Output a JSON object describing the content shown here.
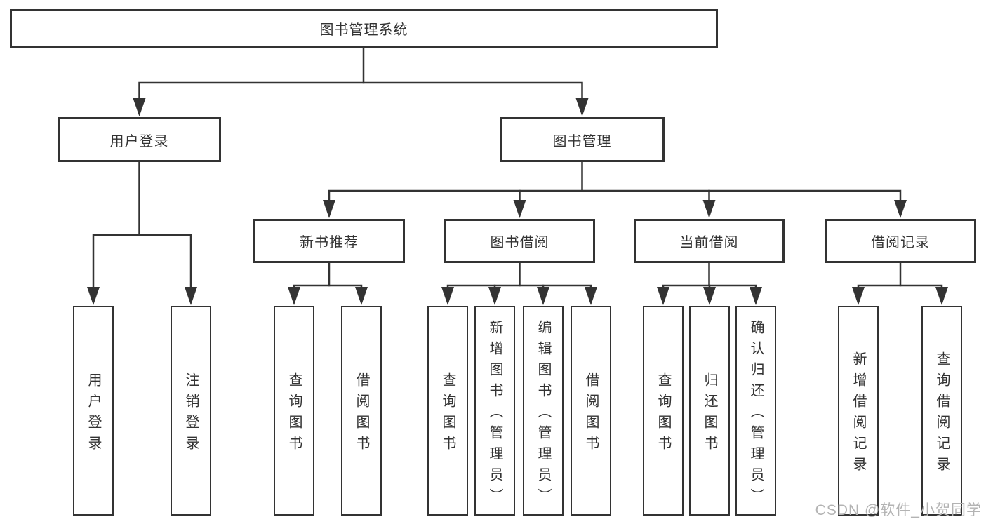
{
  "diagram": {
    "title": "图书管理系统",
    "branches": [
      {
        "label": "用户登录",
        "children": [
          {
            "label": "用户登录"
          },
          {
            "label": "注销登录"
          }
        ]
      },
      {
        "label": "图书管理",
        "children": [
          {
            "label": "新书推荐",
            "children": [
              {
                "label": "查询图书"
              },
              {
                "label": "借阅图书"
              }
            ]
          },
          {
            "label": "图书借阅",
            "children": [
              {
                "label": "查询图书"
              },
              {
                "label": "新增图书（管理员）"
              },
              {
                "label": "编辑图书（管理员）"
              },
              {
                "label": "借阅图书"
              }
            ]
          },
          {
            "label": "当前借阅",
            "children": [
              {
                "label": "查询图书"
              },
              {
                "label": "归还图书"
              },
              {
                "label": "确认归还（管理员）"
              }
            ]
          },
          {
            "label": "借阅记录",
            "children": [
              {
                "label": "新增借阅记录"
              },
              {
                "label": "查询借阅记录"
              }
            ]
          }
        ]
      }
    ]
  },
  "watermark": {
    "text": "CSDN @软件_小贺同学"
  },
  "colors": {
    "line": "#333333",
    "box_border": "#333333",
    "box_fill": "#ffffff",
    "text": "#333333",
    "watermark": "#b3b3b3"
  }
}
